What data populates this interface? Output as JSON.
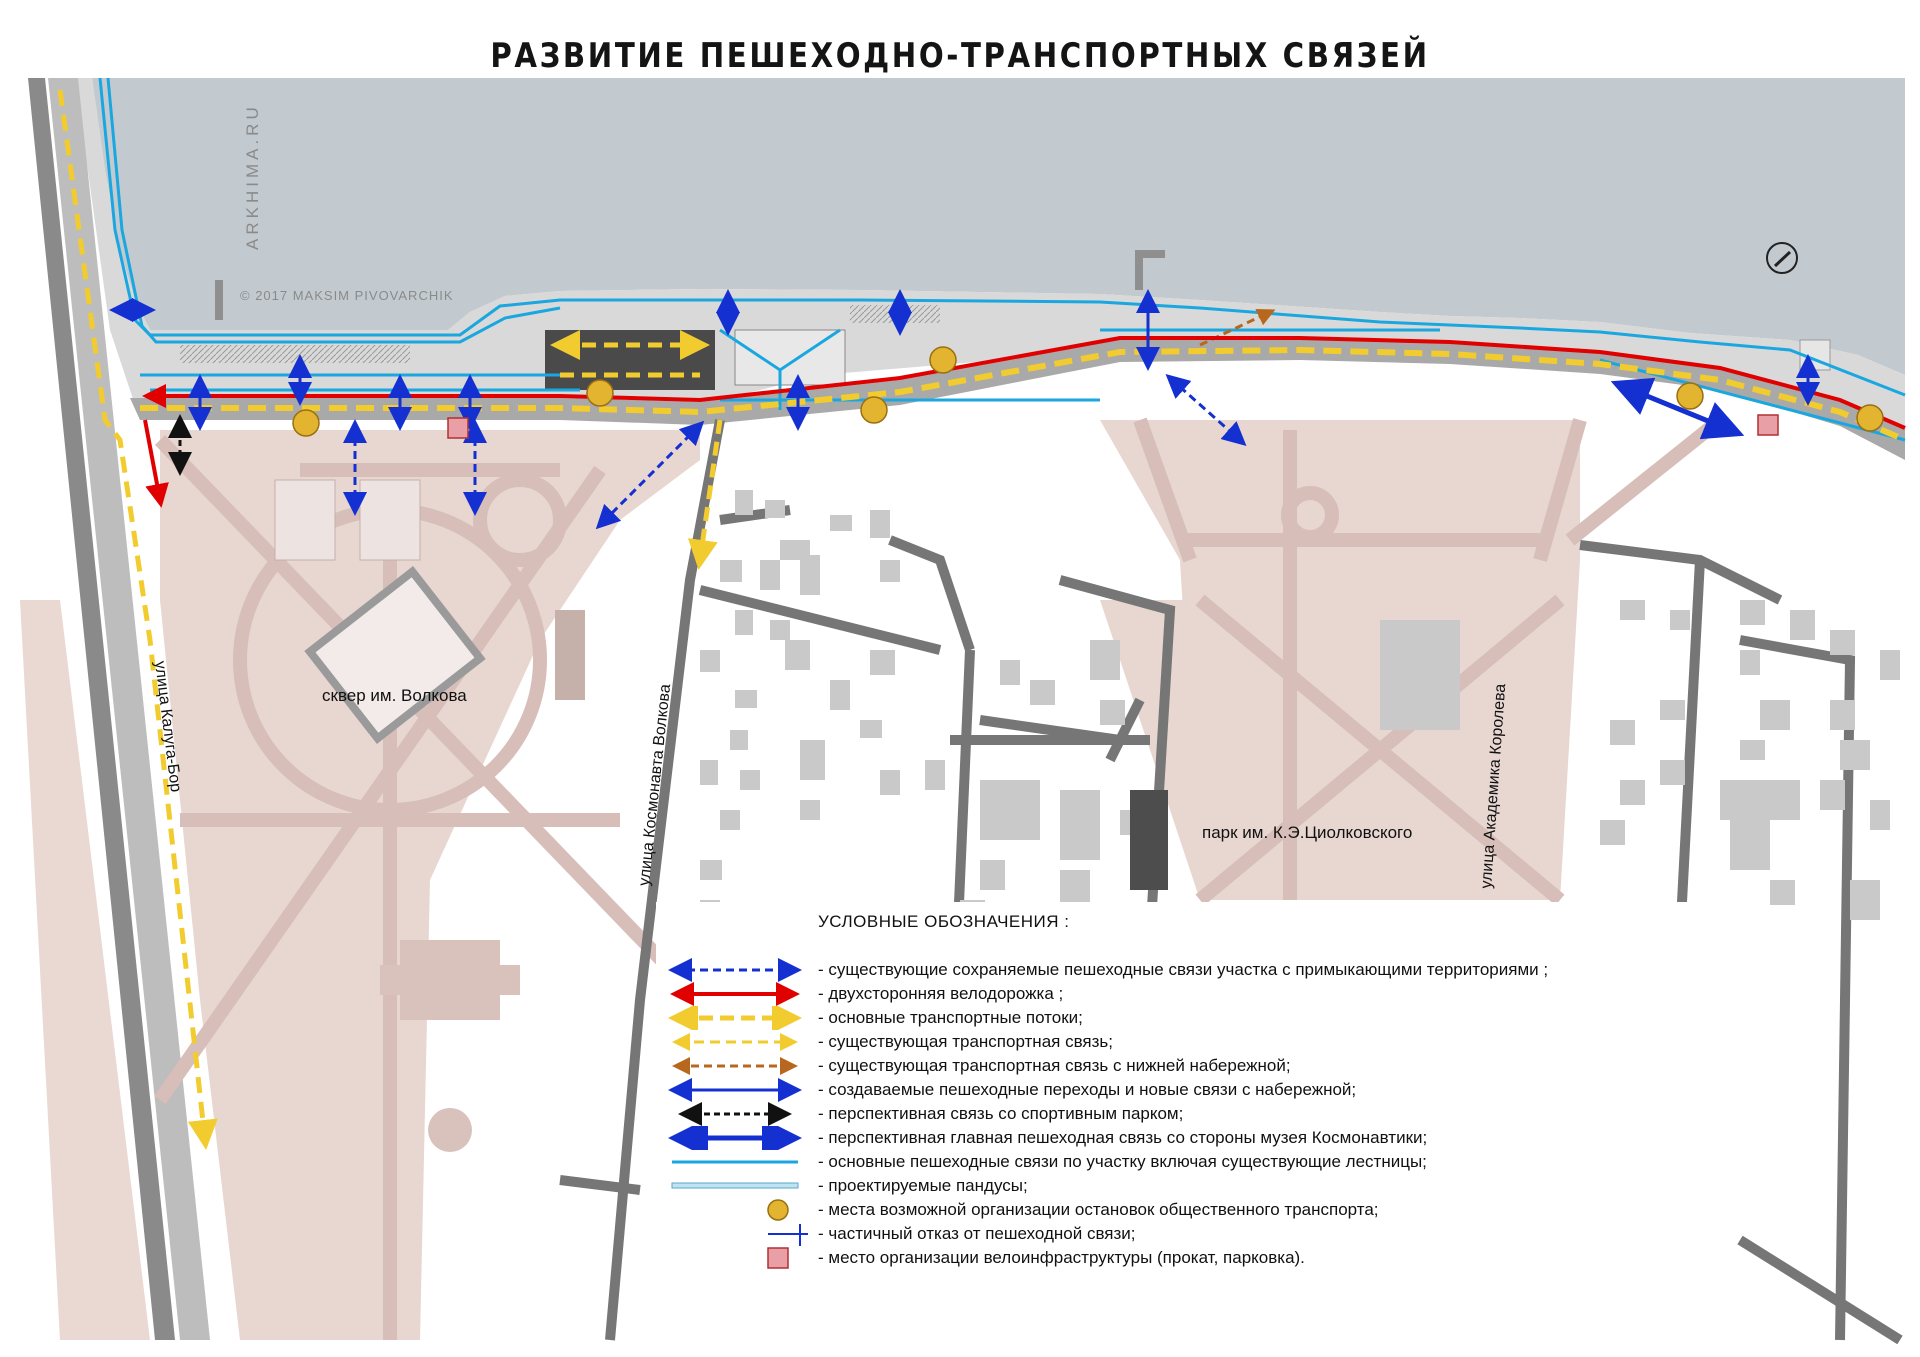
{
  "title": "РАЗВИТИЕ ПЕШЕХОДНО-ТРАНСПОРТНЫХ СВЯЗЕЙ",
  "watermark": {
    "site": "ARKHIMA.RU",
    "copyright": "© 2017 MAKSIM PIVOVARCHIK"
  },
  "labels": {
    "square": "сквер им. Волкова",
    "park": "парк им. К.Э.Циолковского",
    "street_kaluga_bor": "улица Калуга-Бор",
    "street_volkova": "улица Космонавта Волкова",
    "street_koroleva": "улица Академика Королева"
  },
  "colors": {
    "water": "#c2cacf",
    "park": "#dcc3bd",
    "building": "#c9c9c9",
    "road_dark": "#777777",
    "bike": "#e00000",
    "transport": "#f2cc2e",
    "pedestrian": "#1530d0",
    "walkway": "#1aa7e0",
    "lower_link": "#b8681e",
    "bike_infra": "#e8a0a6",
    "bus_stop": "#e2b430"
  },
  "legend": {
    "title": "УСЛОВНЫЕ ОБОЗНАЧЕНИЯ :",
    "items": [
      {
        "symbol": "blue-dashed-arrow",
        "text": "- существующие сохраняемые пешеходные связи участка с примыкающими территориями     ;"
      },
      {
        "symbol": "red-arrow",
        "text": "- двухсторонняя велодорожка  ;"
      },
      {
        "symbol": "yellow-dashed-arrow",
        "text": "- основные транспортные потоки;"
      },
      {
        "symbol": "yellow-dashed-arrow-light",
        "text": "- существующая транспортная связь;"
      },
      {
        "symbol": "orange-dashed-arrow",
        "text": "- существующая транспортная связь с нижней набережной;"
      },
      {
        "symbol": "blue-solid-arrow",
        "text": "- создаваемые пешеходные переходы и новые связи с набережной;"
      },
      {
        "symbol": "black-dashed-arrow",
        "text": "- перспективная связь со спортивным парком;"
      },
      {
        "symbol": "blue-thick-arrow",
        "text": "- перспективная главная пешеходная связь со стороны музея Космонавтики;"
      },
      {
        "symbol": "cyan-line",
        "text": "- основные пешеходные связи по участку включая существующие лестницы;"
      },
      {
        "symbol": "ramp-line",
        "text": "- проектируемые пандусы;"
      },
      {
        "symbol": "yellow-circle",
        "text": "- места возможной организации остановок общественного транспорта;"
      },
      {
        "symbol": "blue-cross",
        "text": "- частичный отказ от пешеходной связи;"
      },
      {
        "symbol": "pink-square",
        "text": "- место организации велоинфраструктуры (прокат, парковка)."
      }
    ]
  }
}
